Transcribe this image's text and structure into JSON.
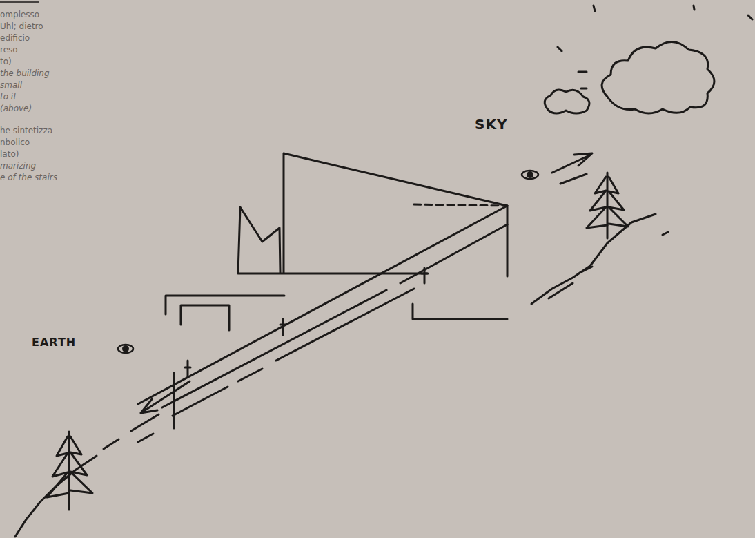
{
  "diagram": {
    "labels": [
      "omplesso",
      "Uhl; dietro",
      "edificio",
      "reso",
      "to)",
      "the building",
      "small",
      "to it",
      "(above)",
      "he sintetizza",
      "nbolico",
      "lato)",
      "marizing",
      "e of the stairs",
      "SKY",
      "EARTH"
    ]
  }
}
